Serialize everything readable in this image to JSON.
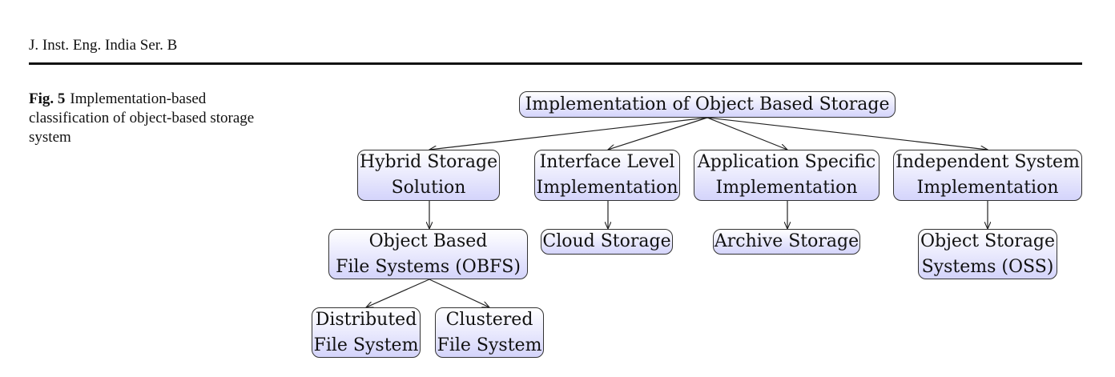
{
  "header": {
    "journal": "J. Inst. Eng. India Ser. B"
  },
  "caption": {
    "label": "Fig. 5",
    "text": "Implementation-based classification of object-based storage system"
  },
  "diagram": {
    "root": "Implementation of Object Based Storage",
    "hybrid": {
      "line1": "Hybrid Storage",
      "line2": "Solution"
    },
    "interface": {
      "line1": "Interface Level",
      "line2": "Implementation"
    },
    "application": {
      "line1": "Application Specific",
      "line2": "Implementation"
    },
    "independent": {
      "line1": "Independent System",
      "line2": "Implementation"
    },
    "obfs": {
      "line1": "Object Based",
      "line2": "File Systems (OBFS)"
    },
    "cloud": "Cloud Storage",
    "archive": "Archive Storage",
    "oss": {
      "line1": "Object Storage",
      "line2": "Systems (OSS)"
    },
    "distributed": {
      "line1": "Distributed",
      "line2": "File System"
    },
    "clustered": {
      "line1": "Clustered",
      "line2": "File System"
    }
  }
}
